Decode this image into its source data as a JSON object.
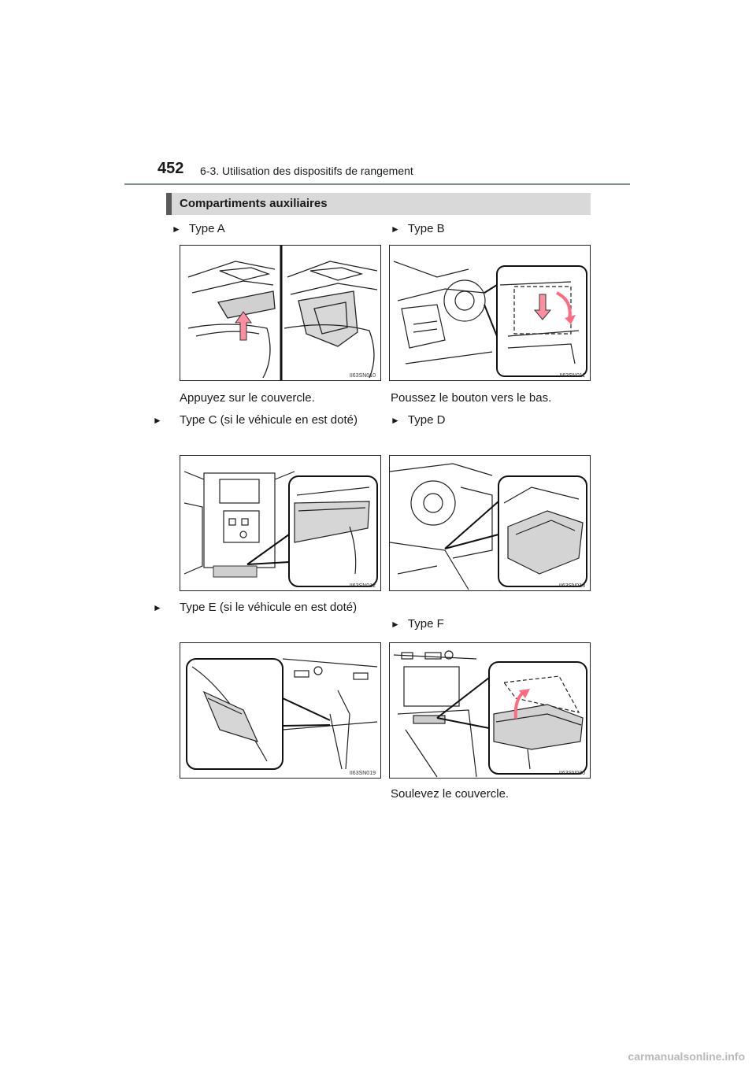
{
  "page": {
    "number": "452",
    "running_head": "6-3. Utilisation des dispositifs de rangement",
    "section_title": "Compartiments auxiliaires"
  },
  "items": [
    {
      "label": "Type A",
      "code": "II63SN010",
      "caption": "Appuyez sur le couvercle."
    },
    {
      "label": "Type B",
      "code": "II63SN011",
      "caption": "Poussez le bouton vers le bas."
    },
    {
      "label": "Type C (si le véhicule en est doté)",
      "code": "II63SN012",
      "caption": ""
    },
    {
      "label": "Type D",
      "code": "II63SN013",
      "caption": ""
    },
    {
      "label": "Type E (si le véhicule en est doté)",
      "code": "II63SN019",
      "caption": ""
    },
    {
      "label": "Type F",
      "code": "II63SN020",
      "caption": "Soulevez le couvercle."
    }
  ],
  "icons": {
    "bullet": "triangle-right-icon"
  },
  "watermark": "carmanualsonline.info"
}
